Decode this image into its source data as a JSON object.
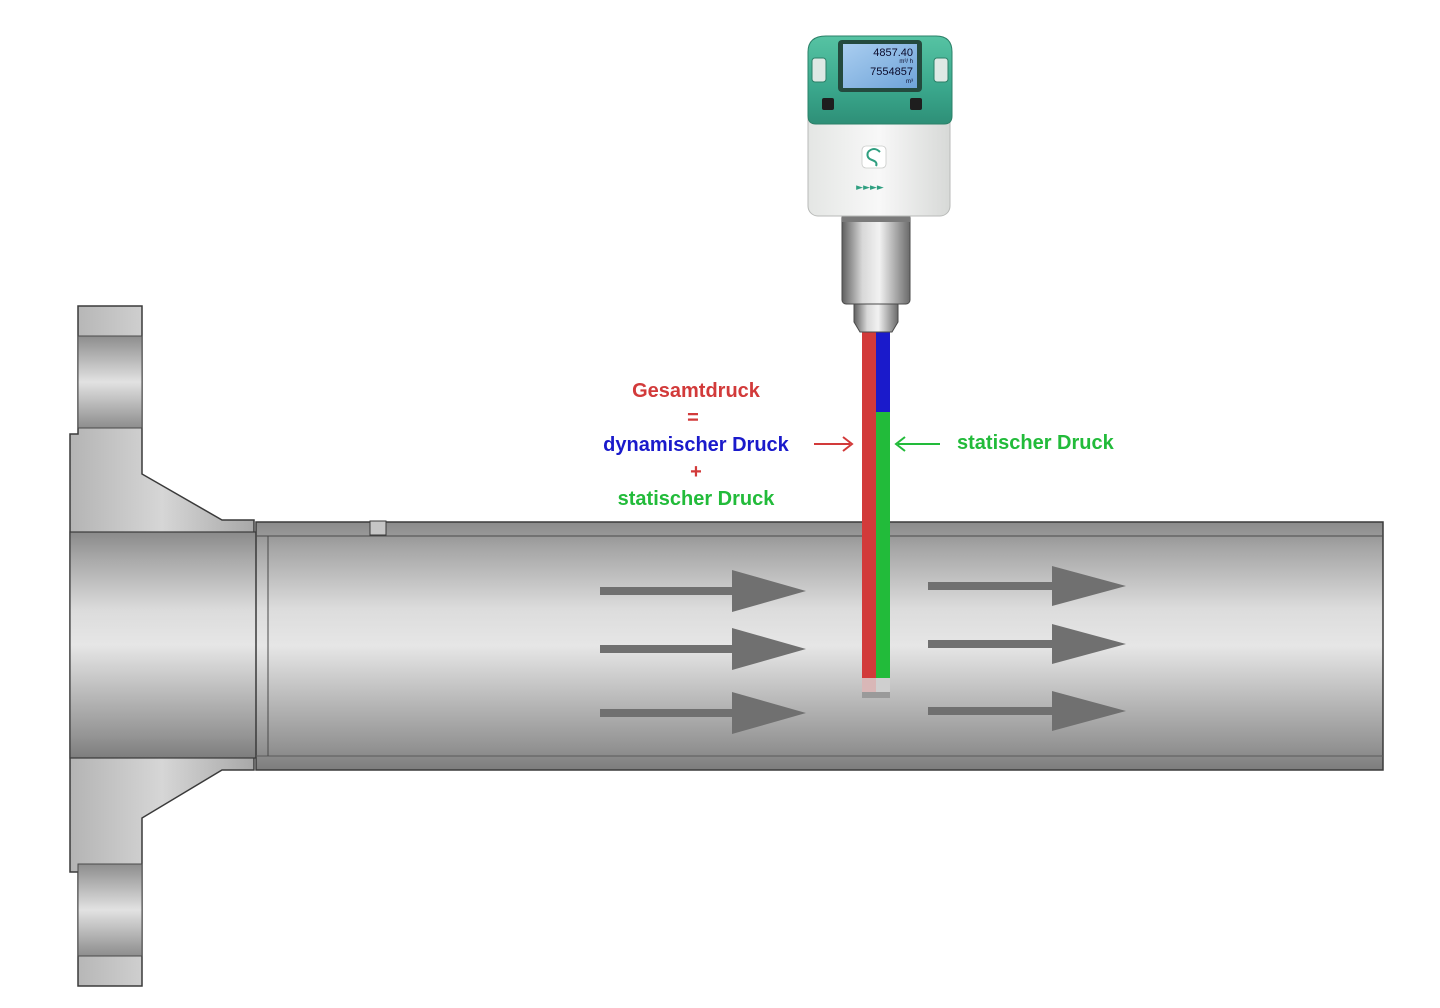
{
  "device": {
    "display": {
      "flow_value": "4857.40",
      "flow_unit": "m³/ h",
      "total_value": "7554857",
      "total_unit": "m³"
    },
    "logo_icon": "cs-logo-icon",
    "direction_marks": "►►►►"
  },
  "labels": {
    "total_pressure": "Gesamtdruck",
    "equals": "=",
    "dynamic_pressure": "dynamischer Druck",
    "plus": "+",
    "static_pressure_left": "statischer Druck",
    "static_pressure_right": "statischer Druck"
  },
  "colors": {
    "total": "#d23a3a",
    "dynamic": "#1a1acb",
    "static": "#22bb3a",
    "device_green": "#3aa78c",
    "flow_arrow": "#6f6f6f"
  },
  "icons": {
    "flow_arrows": "right-arrow-icon",
    "pointer_arrows": "left-right-arrow-icon"
  }
}
